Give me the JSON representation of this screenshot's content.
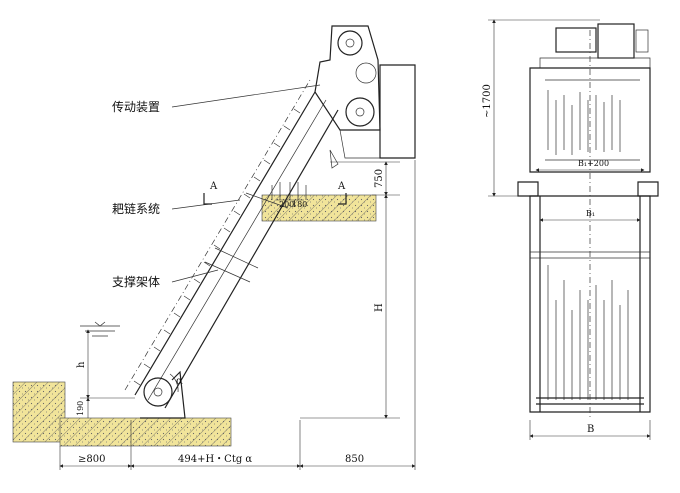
{
  "labels": {
    "drive_unit": "传动装置",
    "rake_chain_system": "耙链系统",
    "support_frame": "支撑架体"
  },
  "dimensions": {
    "d_750": "750",
    "d_H": "H",
    "d_h": "h",
    "d_190": "190",
    "d_200": "200",
    "d_180": "180",
    "d_800": "≥800",
    "d_494": "494+H・Ctg α",
    "d_850": "850",
    "d_1700": "~1700",
    "d_B1_200": "B₁+200",
    "d_B1": "B₁",
    "d_B": "B"
  },
  "markers": {
    "section_A_left": "A",
    "section_A_right": "A",
    "angle": "α"
  },
  "colors": {
    "soil_fill": "#f1e49a",
    "line": "#222222"
  }
}
